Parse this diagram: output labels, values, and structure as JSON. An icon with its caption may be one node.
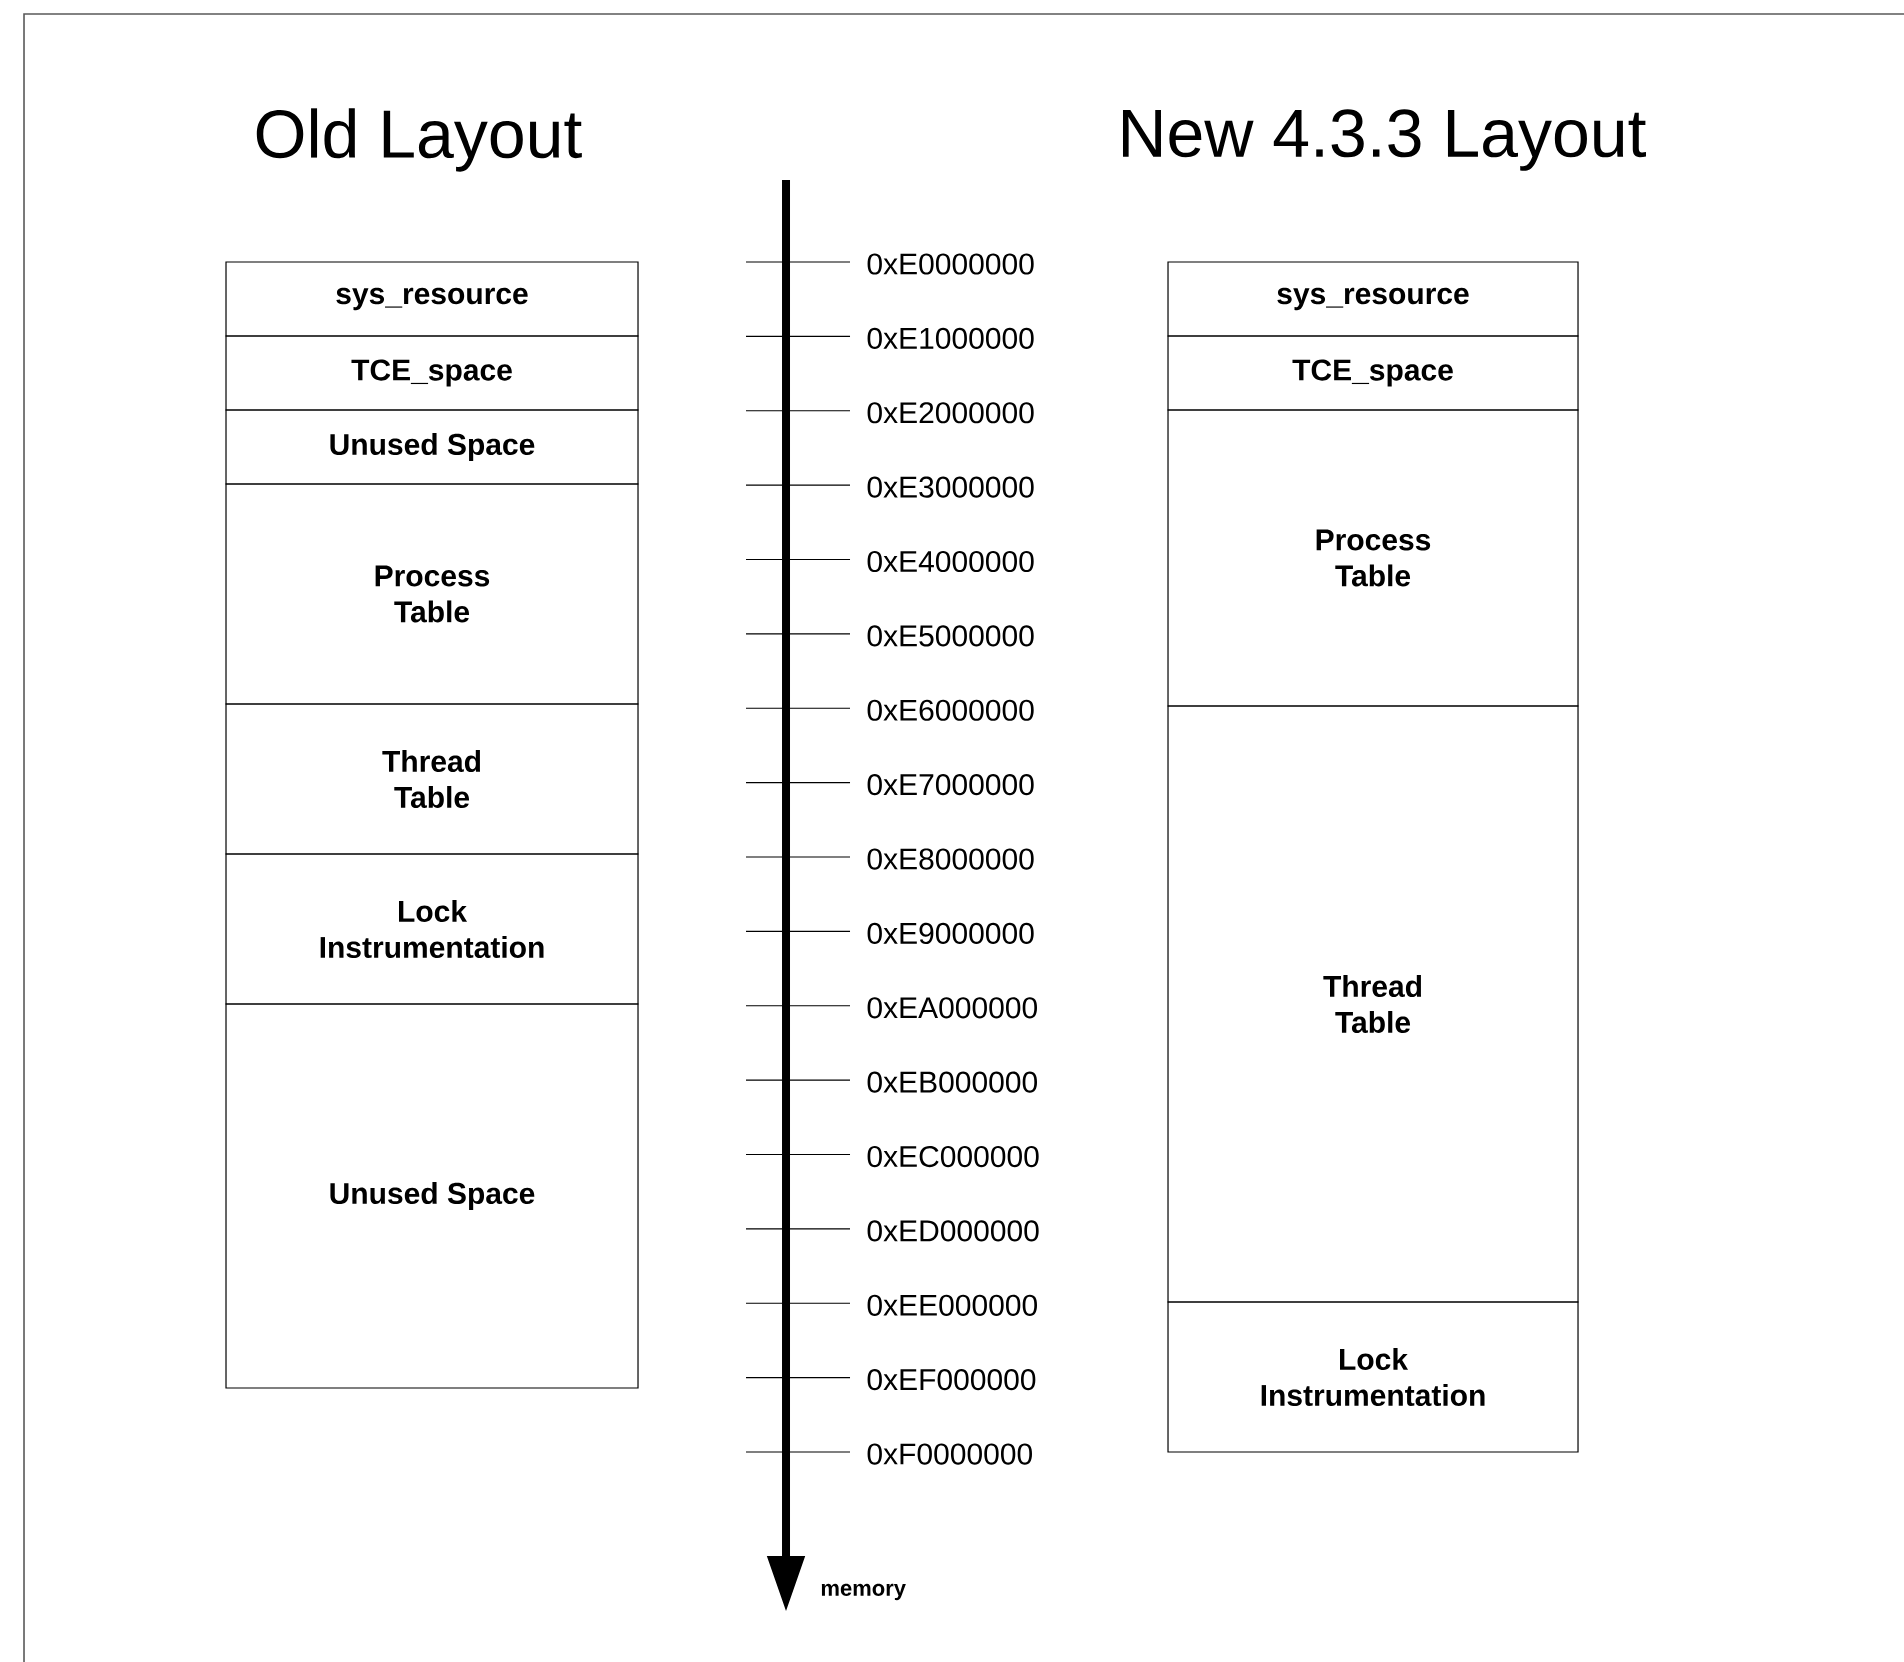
{
  "diagram": {
    "nodes": [
      {
        "text": [
          "sys_resource"
        ]
      },
      {
        "text": [
          "TCE_space"
        ]
      },
      {
        "text": [
          "Unused Space"
        ]
      },
      {
        "text": [
          "Process Table"
        ]
      },
      {
        "text": [
          "Thread Table"
        ]
      },
      {
        "text": [
          "Lock Instrumentation"
        ]
      },
      {
        "text": [
          "Unused Space"
        ]
      },
      {
        "text": [
          "sys_resource"
        ]
      },
      {
        "text": [
          "TCE_space"
        ]
      },
      {
        "text": [
          "Process Table"
        ]
      },
      {
        "text": [
          "Thread Table"
        ]
      },
      {
        "text": [
          "Lock Instrumentation"
        ]
      }
    ],
    "labels": [
      "Old Layout",
      "New 4.3.3 Layout",
      "0xE0000000",
      "0xE1000000",
      "0xE2000000",
      "0xE3000000",
      "0xE4000000",
      "0xE5000000",
      "0xE6000000",
      "0xE7000000",
      "0xE8000000",
      "0xE9000000",
      "0xEA000000",
      "0xEB000000",
      "0xEC000000",
      "0xED000000",
      "0xEE000000",
      "0xEF000000",
      "0xF0000000",
      "memory"
    ]
  }
}
